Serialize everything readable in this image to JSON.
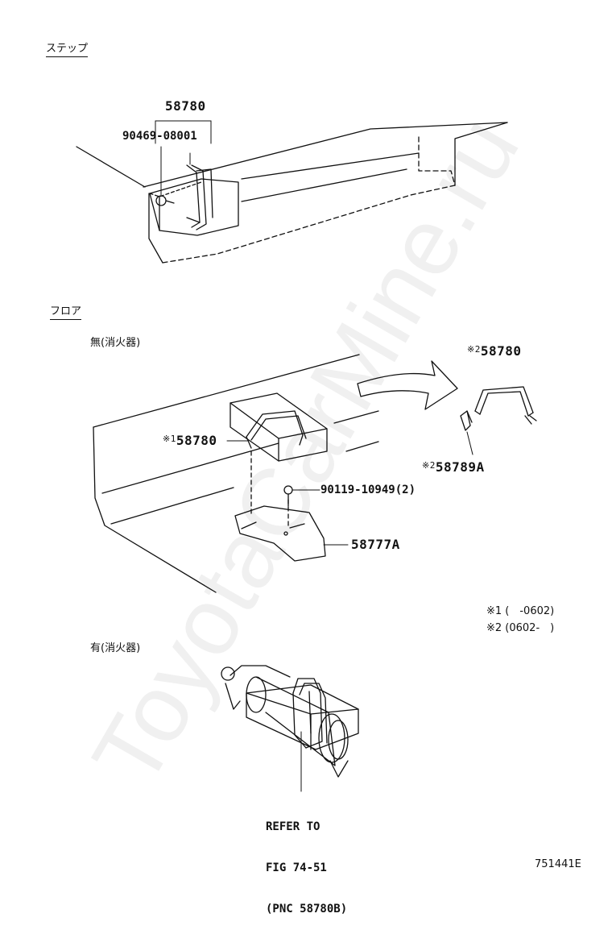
{
  "sections": {
    "step_title": "ステップ",
    "floor_title": "フロア",
    "without_extinguisher": "無(消火器)",
    "with_extinguisher": "有(消火器)"
  },
  "parts": {
    "p58780_top": "58780",
    "p90469": "90469-08001",
    "p58780_v2_mark": "※2",
    "p58780_v2": "58780",
    "p58780_v1_mark": "※1",
    "p58780_v1": "58780",
    "p58789A_mark": "※2",
    "p58789A": "58789A",
    "p90119": "90119-10949(2)",
    "p58777A": "58777A"
  },
  "notes": {
    "note1": "※1 (　-0602)",
    "note2": "※2 (0602-　)"
  },
  "reference": {
    "line1": "REFER TO",
    "line2": "FIG 74-51",
    "line3": "(PNC 58780B)"
  },
  "figure_id": "751441E",
  "watermark": "ToyotaCarMine.ru"
}
